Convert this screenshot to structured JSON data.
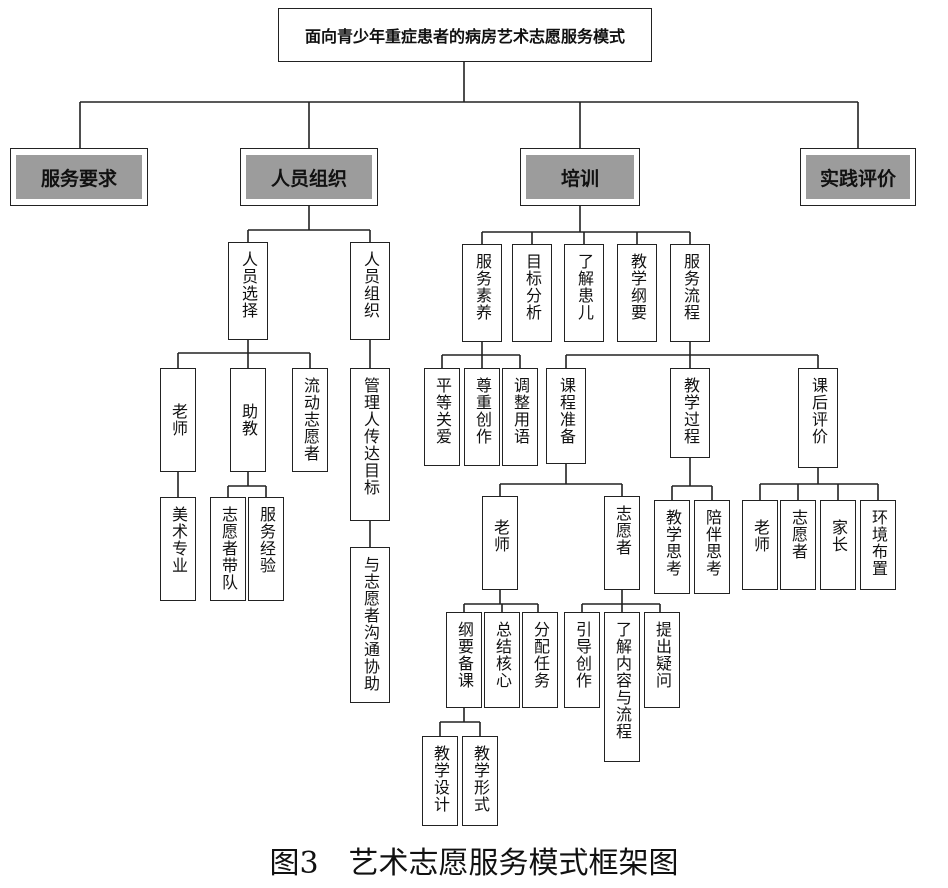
{
  "title": "面向青少年重症患者的病房艺术志愿服务模式",
  "categories": {
    "service": "服务要求",
    "personnel": "人员组织",
    "training": "培训",
    "evaluation": "实践评价"
  },
  "personnel": {
    "selection": "人员选择",
    "organization": "人员组织",
    "teacher": "老师",
    "teacher_major": "美术专业",
    "assistant": "助教",
    "assistant_lead": "志愿者带队",
    "assistant_exp": "服务经验",
    "floating": "流动志愿者",
    "manager": "管理人传达目标",
    "communicate": "与志愿者沟通协助"
  },
  "training": {
    "quality": "服务素养",
    "goal": "目标分析",
    "understand": "了解患儿",
    "outline": "教学纲要",
    "process": "服务流程",
    "equal": "平等关爱",
    "respect": "尊重创作",
    "adjust": "调整用语",
    "prep": "课程准备",
    "teaching": "教学过程",
    "after": "课后评价",
    "prep_teacher": "老师",
    "prep_volunteer": "志愿者",
    "outline_prep": "纲要备课",
    "summary": "总结核心",
    "assign": "分配任务",
    "guide": "引导创作",
    "know_content": "了解内容与流程",
    "ask": "提出疑问",
    "design": "教学设计",
    "form": "教学形式",
    "teach_think": "教学思考",
    "accompany_think": "陪伴思考",
    "eval_teacher": "老师",
    "eval_volunteer": "志愿者",
    "eval_parent": "家长",
    "eval_env": "环境布置"
  },
  "caption": "图3　艺术志愿服务模式框架图"
}
